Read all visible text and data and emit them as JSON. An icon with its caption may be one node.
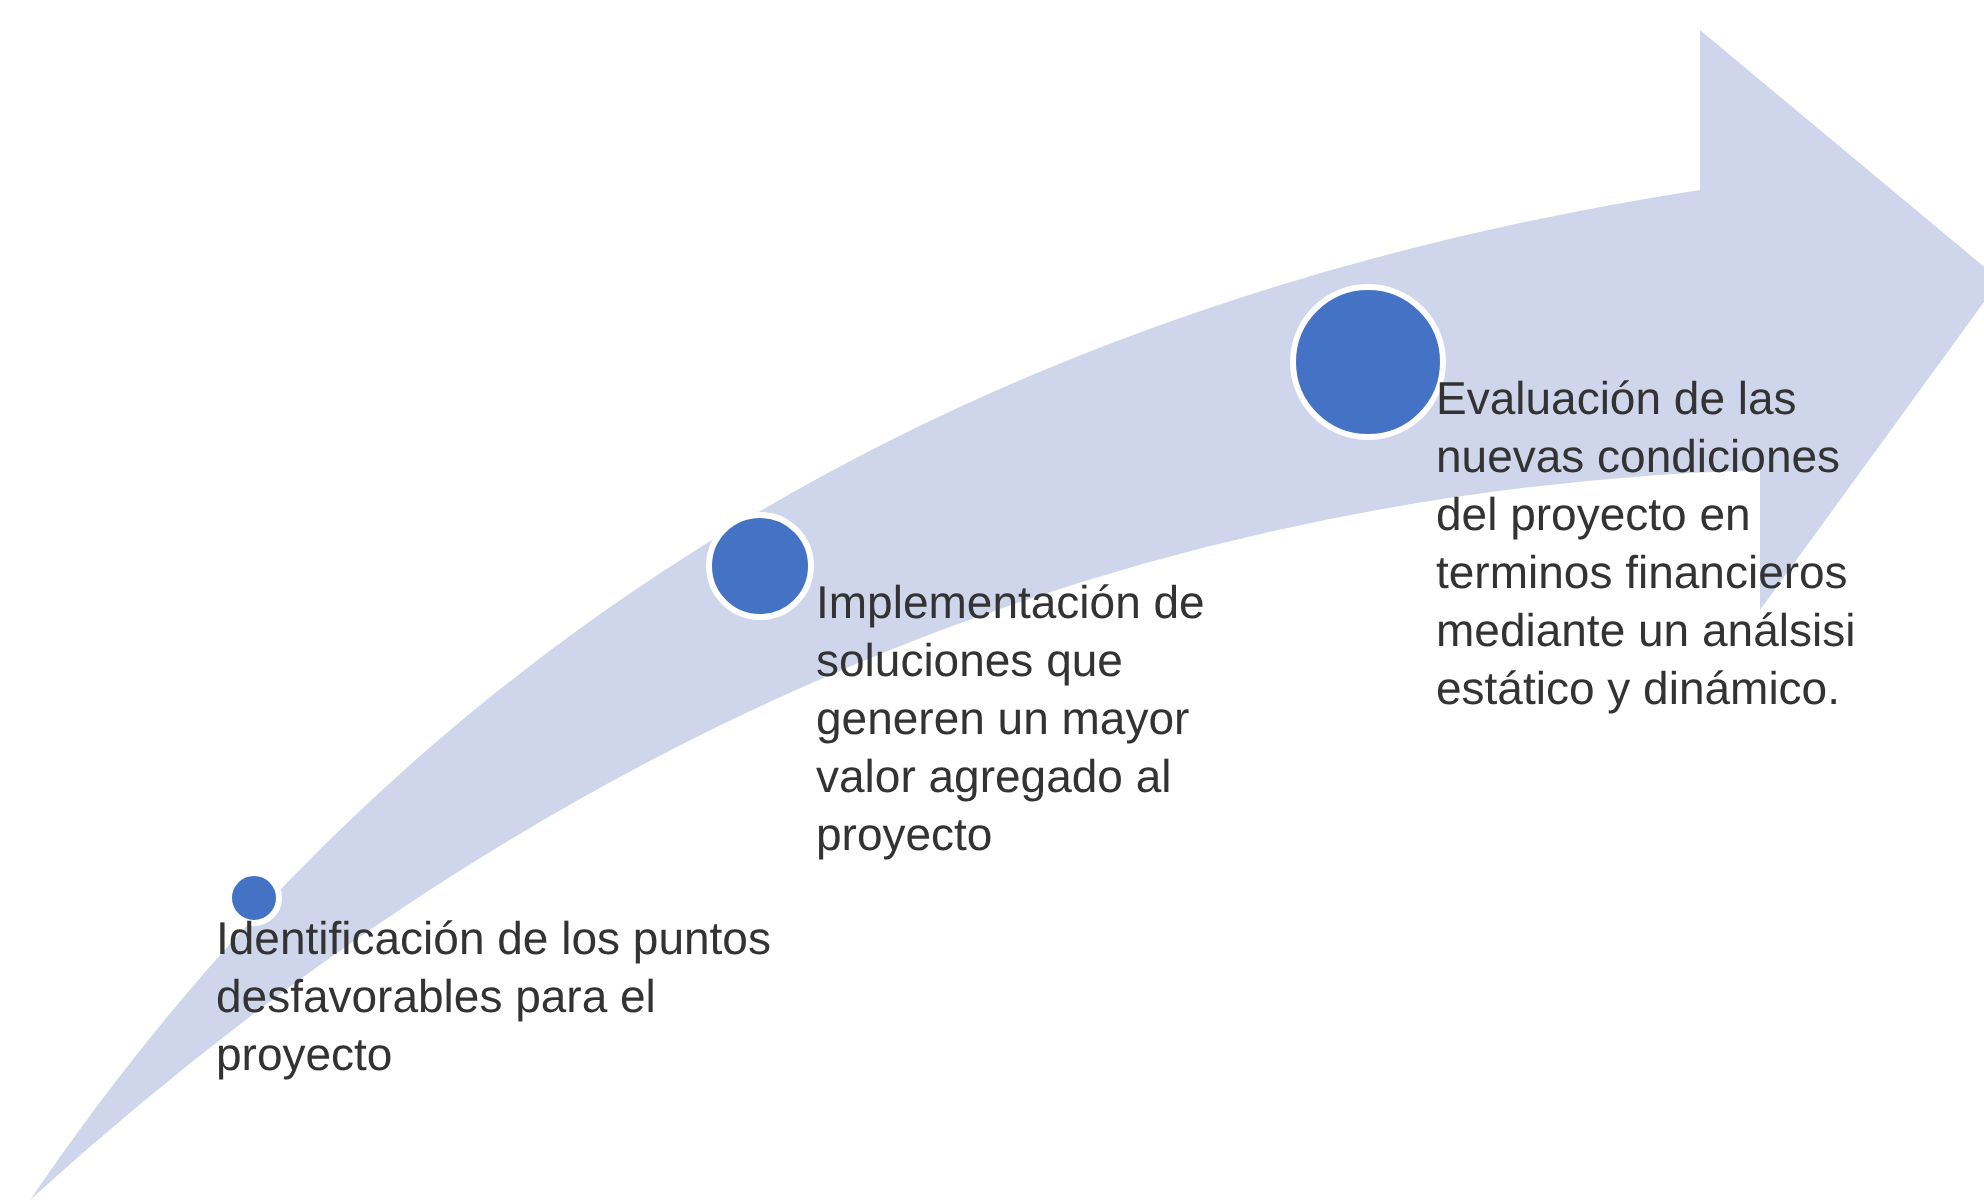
{
  "diagram": {
    "nodes": [
      {
        "text": [],
        "shape": "circle",
        "beside": [
          "Identificación de los puntos desfavorables para el proyecto"
        ]
      },
      {
        "text": [],
        "shape": "circle",
        "beside": [
          "Implementación de soluciones que generen un mayor valor agregado al proyecto"
        ]
      },
      {
        "text": [],
        "shape": "circle",
        "beside": [
          "Evaluación de las nuevas condiciones del proyecto en terminos financieros mediante un análsisi estático y dinámico."
        ]
      }
    ]
  }
}
